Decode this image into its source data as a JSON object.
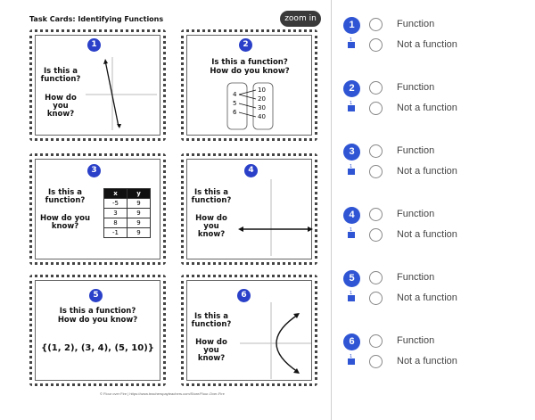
{
  "worksheet": {
    "title": "Task Cards: Identifying Functions",
    "zoom_label": "zoom in",
    "footer": "© Flour over Fire | https://www.teacherspayteachers.com/Store/Flour-Over-Fire"
  },
  "cards": [
    {
      "number": "1",
      "question": "Is this a function?",
      "prompt": "How do you know?"
    },
    {
      "number": "2",
      "question": "Is this a function?",
      "prompt": "How do you know?",
      "domain": [
        "4",
        "5",
        "6"
      ],
      "range": [
        "10",
        "20",
        "30",
        "40"
      ]
    },
    {
      "number": "3",
      "question": "Is this a function?",
      "prompt": "How do you know?",
      "table": {
        "headers": [
          "x",
          "y"
        ],
        "rows": [
          [
            "-5",
            "9"
          ],
          [
            "3",
            "9"
          ],
          [
            "8",
            "9"
          ],
          [
            "-1",
            "9"
          ]
        ]
      }
    },
    {
      "number": "4",
      "question": "Is this a function?",
      "prompt": "How do you know?"
    },
    {
      "number": "5",
      "question": "Is this a function?",
      "prompt": "How do you know?",
      "set": "{(1, 2), (3, 4), (5, 10)}"
    },
    {
      "number": "6",
      "question": "Is this a function?",
      "prompt": "How do you know?"
    }
  ],
  "questions": [
    {
      "number": "1",
      "flag_count": "1",
      "options": [
        "Function",
        "Not a function"
      ]
    },
    {
      "number": "2",
      "flag_count": "1",
      "options": [
        "Function",
        "Not a function"
      ]
    },
    {
      "number": "3",
      "flag_count": "1",
      "options": [
        "Function",
        "Not a function"
      ]
    },
    {
      "number": "4",
      "flag_count": "1",
      "options": [
        "Function",
        "Not a function"
      ]
    },
    {
      "number": "5",
      "flag_count": "1",
      "options": [
        "Function",
        "Not a function"
      ]
    },
    {
      "number": "6",
      "flag_count": "1",
      "options": [
        "Function",
        "Not a function"
      ]
    }
  ],
  "colors": {
    "badge": "#2f55d4",
    "card_badge": "#2a40c8",
    "zoom_button": "#3a3a3a"
  }
}
